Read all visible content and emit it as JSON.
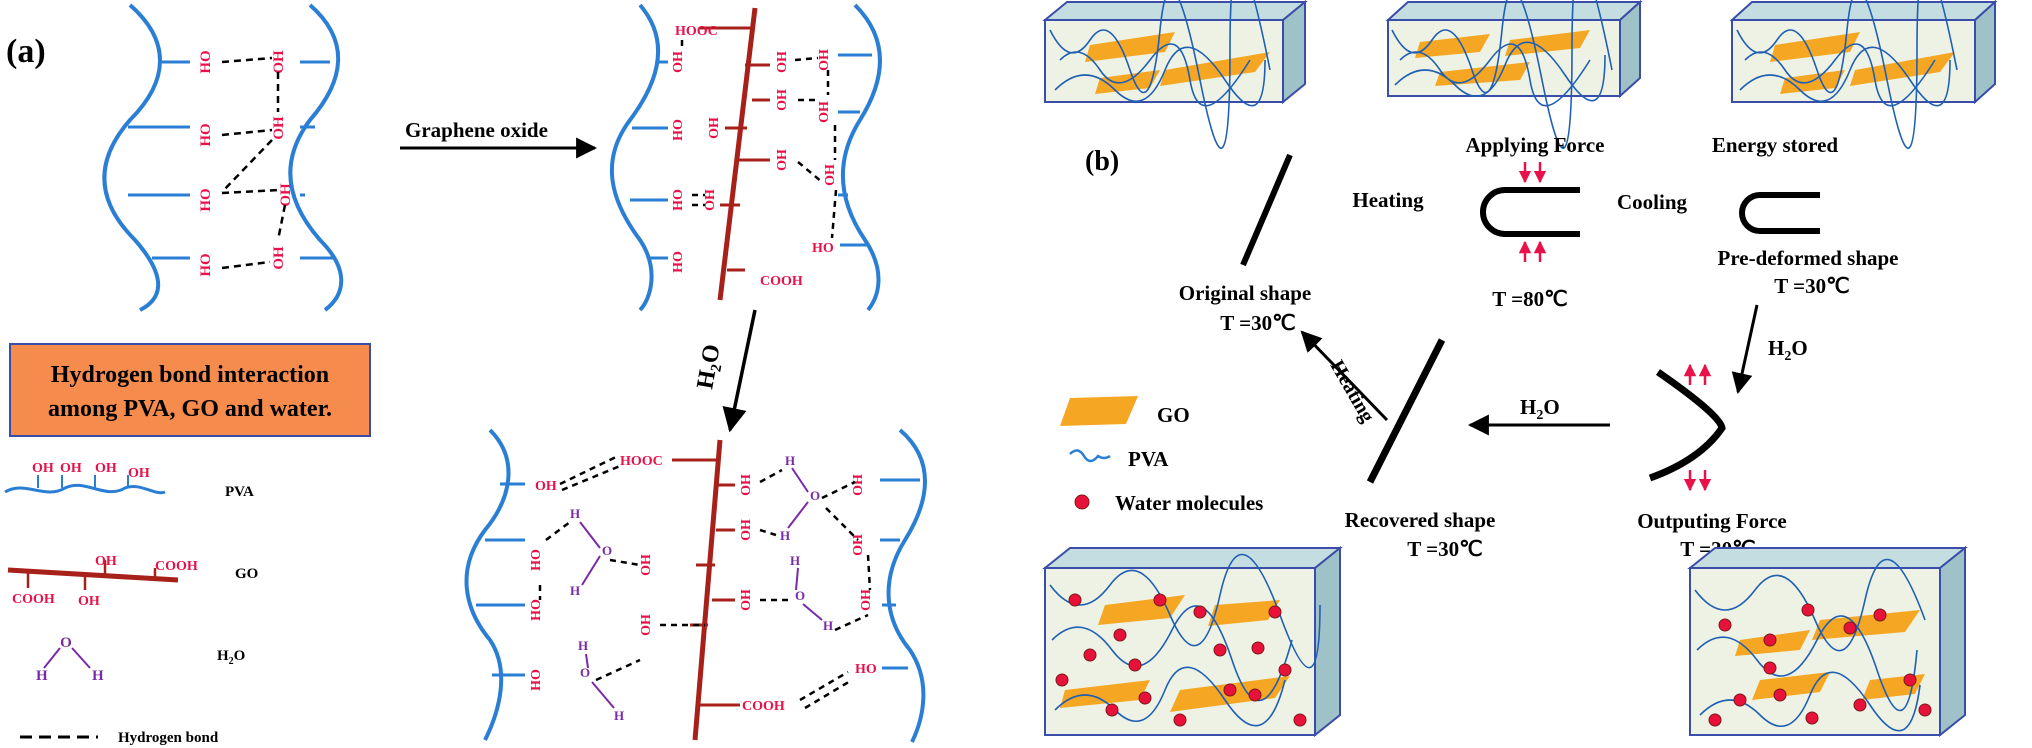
{
  "panel_a": {
    "label": "(a)",
    "arrow_graphene_oxide": "Graphene oxide",
    "arrow_h2o": {
      "main": "H",
      "sub": "2",
      "tail": "O"
    },
    "info_box": {
      "line1": "Hydrogen  bond interaction",
      "line2": "among PVA, GO and water."
    },
    "legend": {
      "pva": "PVA",
      "go": "GO",
      "h2o": {
        "main": "H",
        "sub": "2",
        "tail": "O"
      },
      "hbond": "Hydrogen bond"
    },
    "groups": {
      "oh": "OH",
      "ho": "HO",
      "cooh": "COOH",
      "hooc": "HOOC",
      "h": "H",
      "o": "O"
    }
  },
  "panel_b": {
    "label": "(b)",
    "applying_force": "Applying Force",
    "energy_stored": "Energy stored",
    "heating": "Heating",
    "cooling": "Cooling",
    "pre_deformed": "Pre-deformed shape",
    "temp_30": "T =30℃",
    "temp_80": "T =80℃",
    "original_shape": "Original shape",
    "recovered_shape": "Recovered shape",
    "outputing_force": "Outputing Force",
    "heating_rotated": "Heating",
    "h2o": {
      "main": "H",
      "sub": "2",
      "tail": "O"
    },
    "legend": {
      "go": "GO",
      "pva": "PVA",
      "water": "Water molecules"
    }
  },
  "colors": {
    "pva": "#2a7fd4",
    "go": "#a8201a",
    "oh": "#e8114a",
    "water": "#7a2aa6",
    "go_sheet": "#f5a623",
    "box_face": "#eef2e4",
    "box_side": "#9fc2c8",
    "box_top": "#c3dde0",
    "info_box": "#f58b4c",
    "arrow_red": "#e8114a"
  }
}
